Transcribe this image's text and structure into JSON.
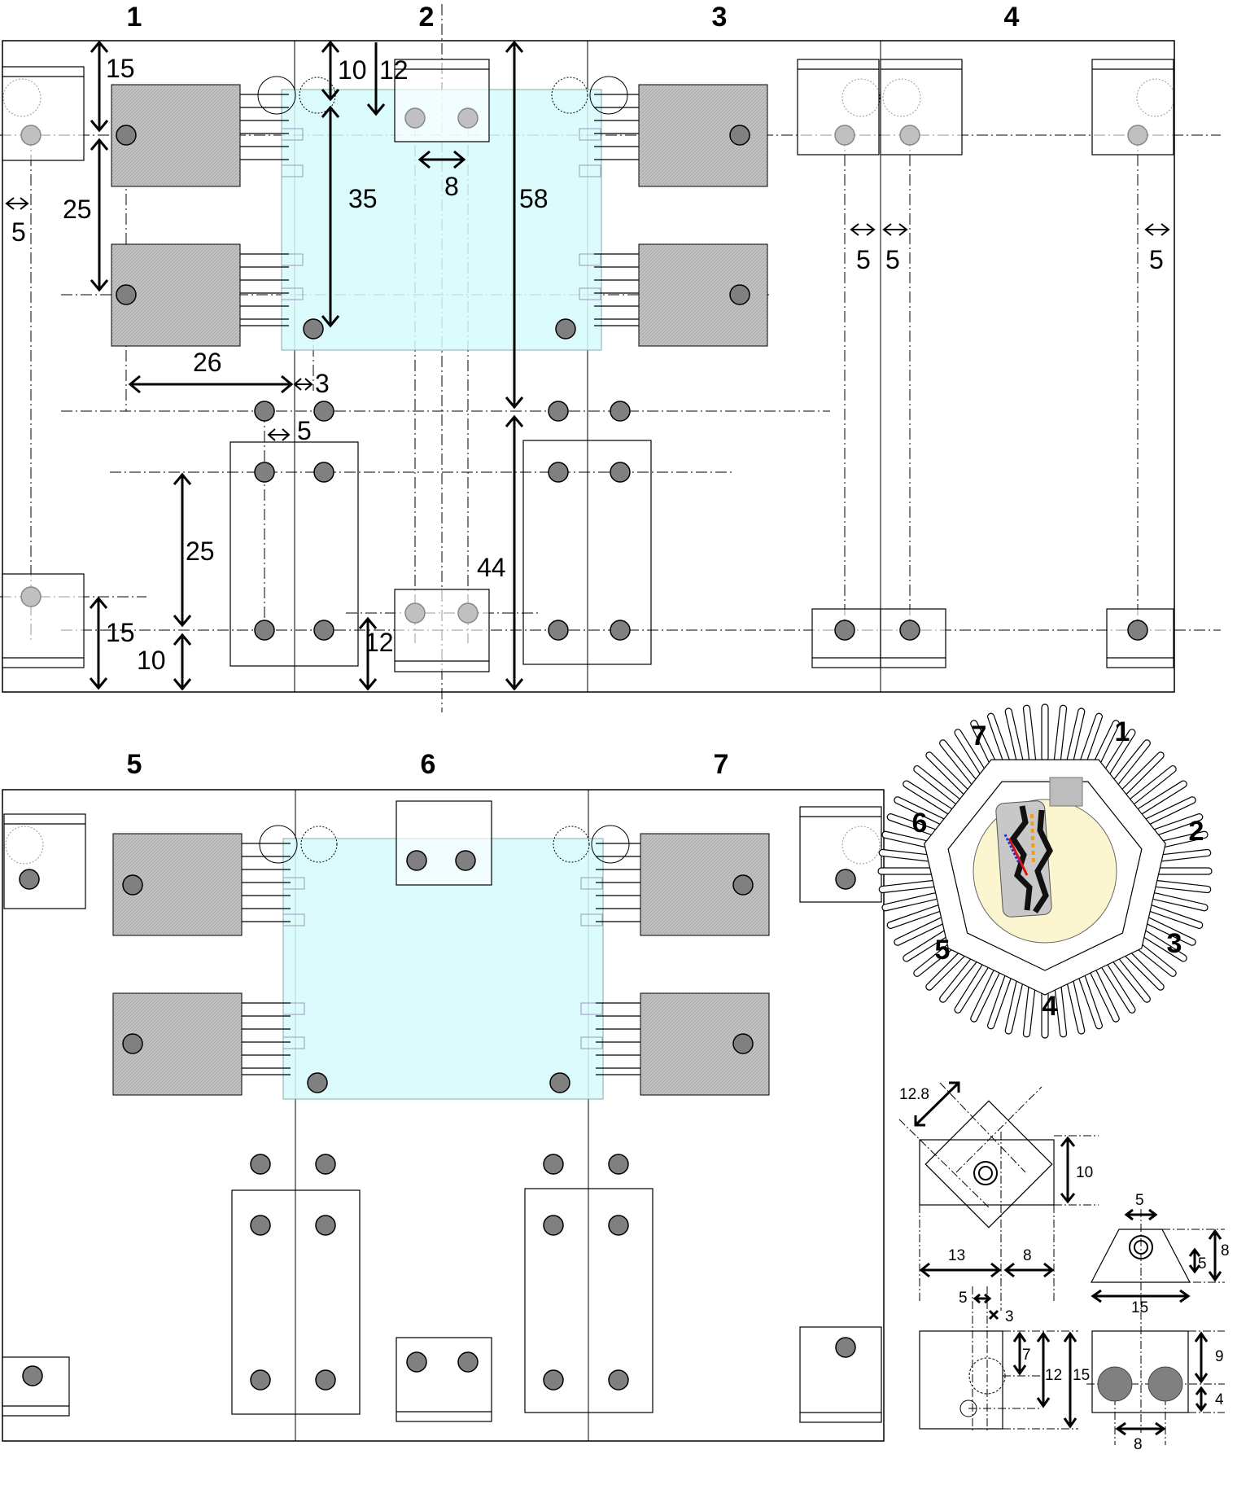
{
  "top_panel": {
    "section_labels": [
      "1",
      "2",
      "3",
      "4"
    ],
    "dims": {
      "d15a": "15",
      "d10a": "10",
      "d12a": "12",
      "d25a": "25",
      "d5a": "5",
      "d35": "35",
      "d8": "8",
      "d58": "58",
      "d5b": "5",
      "d5c": "5",
      "d5d": "5",
      "d26": "26",
      "d3": "3",
      "d5e": "5",
      "d25b": "25",
      "d44": "44",
      "d15b": "15",
      "d10b": "10",
      "d12b": "12"
    }
  },
  "bottom_panel": {
    "section_labels": [
      "5",
      "6",
      "7"
    ]
  },
  "heatsink_view": {
    "labels": [
      "7",
      "1",
      "2",
      "3",
      "4",
      "5",
      "6"
    ]
  },
  "detail_views": {
    "d12_8": "12.8",
    "d10": "10",
    "d13": "13",
    "d8a": "8",
    "d5a": "5",
    "d3": "3",
    "d5b": "5",
    "d5c": "5",
    "d8b": "8",
    "d15a": "15",
    "d7": "7",
    "d12": "12",
    "d15b": "15",
    "d9": "9",
    "d4": "4",
    "d8c": "8"
  },
  "colors": {
    "transistor": "#c0c0c0",
    "board": "#d6fafc",
    "hole": "#808080",
    "heatsink_core": "#fbf6cf"
  }
}
